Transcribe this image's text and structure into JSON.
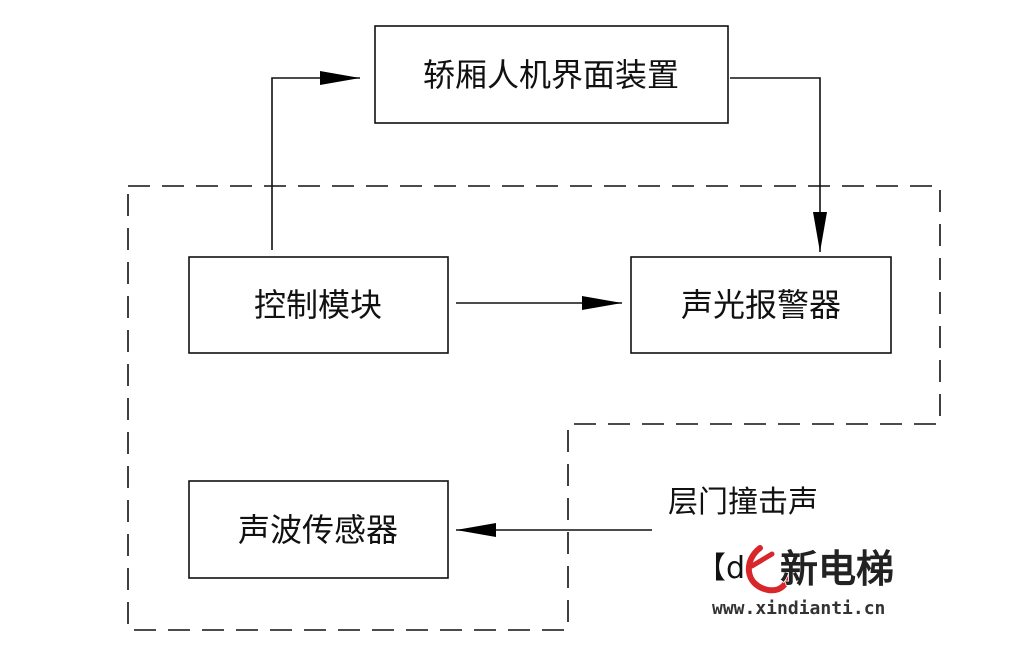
{
  "boxes": {
    "car_hmi": "轿厢人机界面装置",
    "control_module": "控制模块",
    "alarm": "声光报警器",
    "sound_sensor": "声波传感器"
  },
  "labels": {
    "door_sound": "层门撞击声"
  },
  "watermark": {
    "bracket_text": "【d",
    "brand": "新电梯",
    "url": "www.xindianti.cn",
    "logo_color": "#d9262a"
  }
}
